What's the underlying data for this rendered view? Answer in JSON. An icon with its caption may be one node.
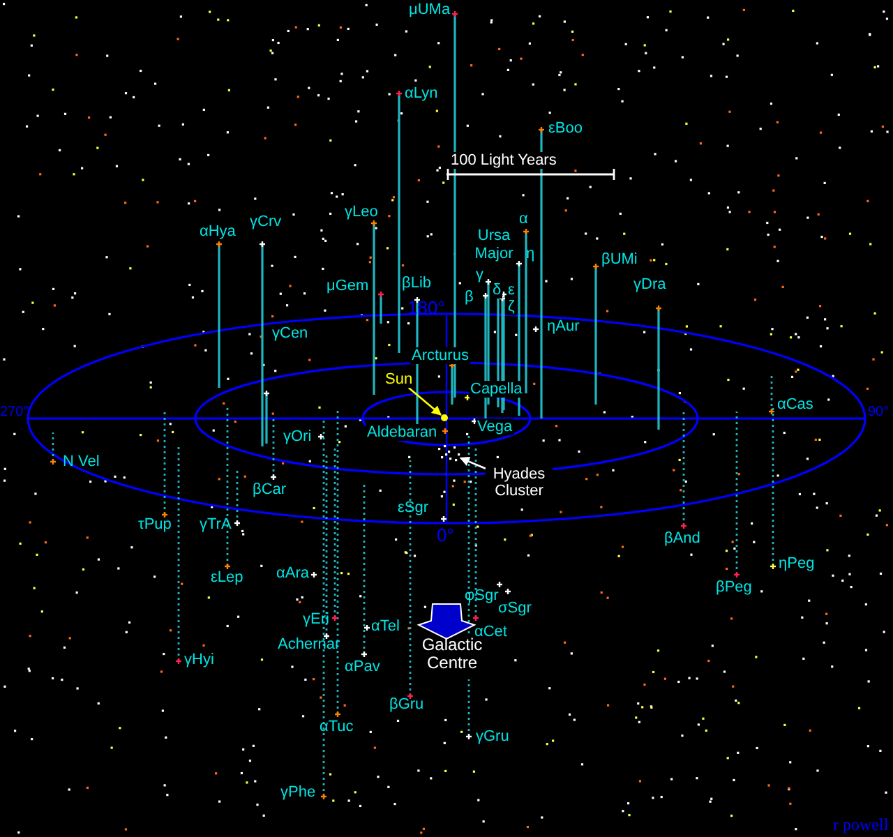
{
  "diagram": {
    "nodes": [
      {
        "text": [
          "Sun"
        ]
      },
      {
        "text": [
          "Hyades Cluster"
        ]
      },
      {
        "text": [],
        "shape": "circle"
      },
      {
        "text": [],
        "shape": "picture"
      }
    ],
    "edges": [
      {
        "from": 0,
        "to": 2,
        "arrow": "to",
        "color": "#ffff00"
      },
      {
        "from": 1,
        "to": 3,
        "arrow": "to",
        "color": "#ffffff"
      }
    ],
    "labels": [
      "μUMa",
      "αLyn",
      "εBoo",
      "100 Light Years",
      "γLeo",
      "α",
      "αHya",
      "γCrv",
      "Ursa Major",
      "η",
      "βUMi",
      "γ",
      "μGem",
      "βLib",
      "β",
      "δ",
      "ε",
      "γDra",
      "180°",
      "ζ",
      "ηAur",
      "γCen",
      "Arcturus",
      "Capella",
      "270°",
      "αCas",
      "90°",
      "γOri",
      "Aldebaran",
      "Vega",
      "N Vel",
      "βCar",
      "εSgr",
      "0°",
      "τPup",
      "γTrA",
      "βAnd",
      "εLep",
      "αAra",
      "ηPeg",
      "βPeg",
      "φSgr",
      "σSgr",
      "γEri",
      "αTel",
      "αCet",
      "Achernar",
      "Galactic Centre",
      "γHyi",
      "αPav",
      "βGru",
      "αTuc",
      "γGru",
      "γPhe",
      "r powell"
    ]
  }
}
